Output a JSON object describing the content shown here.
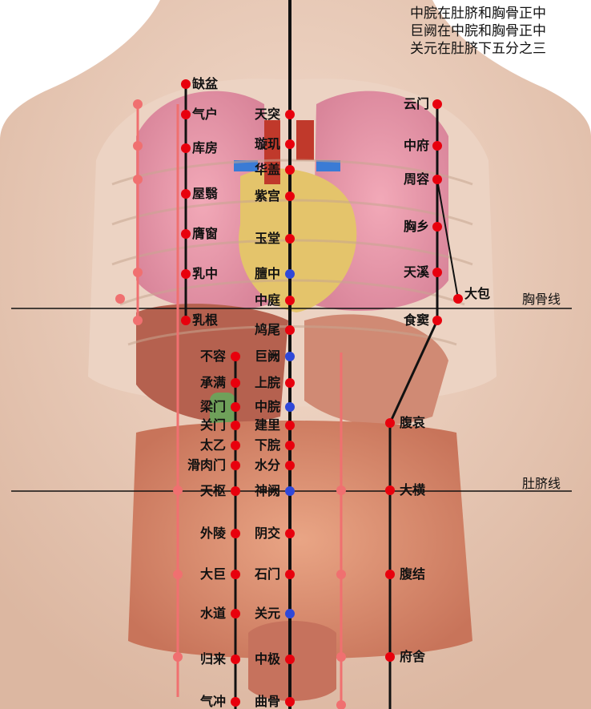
{
  "notes": [
    "中脘在肚脐和胸骨正中",
    "巨阙在中脘和胸骨正中",
    "关元在肚脐下五分之三"
  ],
  "reference_lines": {
    "chest": "胸骨线",
    "navel": "肚脐线"
  },
  "colors": {
    "acupoint": "#e8000d",
    "key_point": "#3048d8",
    "faint_point": "#f07070",
    "line": "#111111"
  },
  "points": {
    "kidney_left": [
      "缺盆",
      "气户",
      "库房",
      "屋翳",
      "膺窗",
      "乳中",
      "乳根"
    ],
    "ren_upper": [
      "天突",
      "璇玑",
      "华盖",
      "紫宫",
      "玉堂",
      "膻中",
      "中庭",
      "鸠尾",
      "巨阙",
      "上脘",
      "中脘",
      "建里",
      "下脘",
      "水分",
      "神阙",
      "阴交",
      "石门",
      "关元",
      "中极",
      "曲骨"
    ],
    "stomach_left": [
      "不容",
      "承满",
      "梁门",
      "关门",
      "太乙",
      "滑肉门",
      "天枢",
      "外陵",
      "大巨",
      "水道",
      "归来",
      "气冲"
    ],
    "spleen_right": [
      "云门",
      "中府",
      "周容",
      "胸乡",
      "天溪",
      "大包",
      "食窦",
      "腹哀",
      "大横",
      "腹结",
      "府舍"
    ]
  }
}
